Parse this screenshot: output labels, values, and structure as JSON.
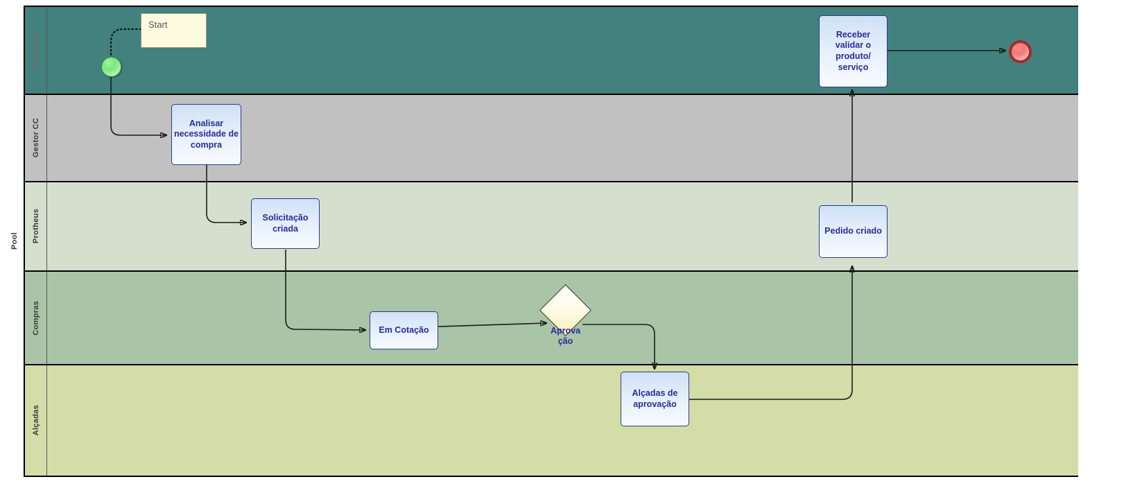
{
  "pool": {
    "label": "Pool"
  },
  "lanes": [
    {
      "name": "solicitante",
      "label": "Solicitante",
      "color": "#42817e"
    },
    {
      "name": "gestor-cc",
      "label": "Gestor CC",
      "color": "#c1c1c1"
    },
    {
      "name": "protheus",
      "label": "Protheus",
      "color": "#d5dfcd"
    },
    {
      "name": "compras",
      "label": "Compras",
      "color": "#a9c4a7"
    },
    {
      "name": "alcadas",
      "label": "Alçadas",
      "color": "#d4dca7"
    }
  ],
  "annotations": [
    {
      "name": "start-note",
      "text": "Start"
    }
  ],
  "events": [
    {
      "name": "start-event",
      "type": "start",
      "lane": "Solicitante",
      "color": "#77e87a"
    },
    {
      "name": "end-event",
      "type": "end",
      "lane": "Solicitante",
      "color": "#f07878"
    }
  ],
  "tasks": [
    {
      "name": "analisar-necessidade-de-compra",
      "label": "Analisar necessidade de compra",
      "lane": "Gestor CC"
    },
    {
      "name": "solicitacao-criada",
      "label": "Solicitação criada",
      "lane": "Protheus"
    },
    {
      "name": "em-cotacao",
      "label": "Em Cotação",
      "lane": "Compras"
    },
    {
      "name": "alcadas-de-aprovacao",
      "label": "Alçadas de aprovação",
      "lane": "Alçadas"
    },
    {
      "name": "pedido-criado",
      "label": "Pedido criado",
      "lane": "Protheus"
    },
    {
      "name": "receber-validar-o-produto-servico",
      "label": "Receber validar o produto/ serviço",
      "lane": "Solicitante"
    }
  ],
  "gateways": [
    {
      "name": "aprovacao-gateway",
      "label": "Aprova ção",
      "lane": "Compras",
      "color": "#f6f0b8"
    }
  ],
  "colors": {
    "task_border": "#2b3a8f",
    "task_text": "#2b2b9c",
    "pool_border": "#000000",
    "edge": "#1b1b1b",
    "annotation_fill": "#fdfbe0"
  }
}
